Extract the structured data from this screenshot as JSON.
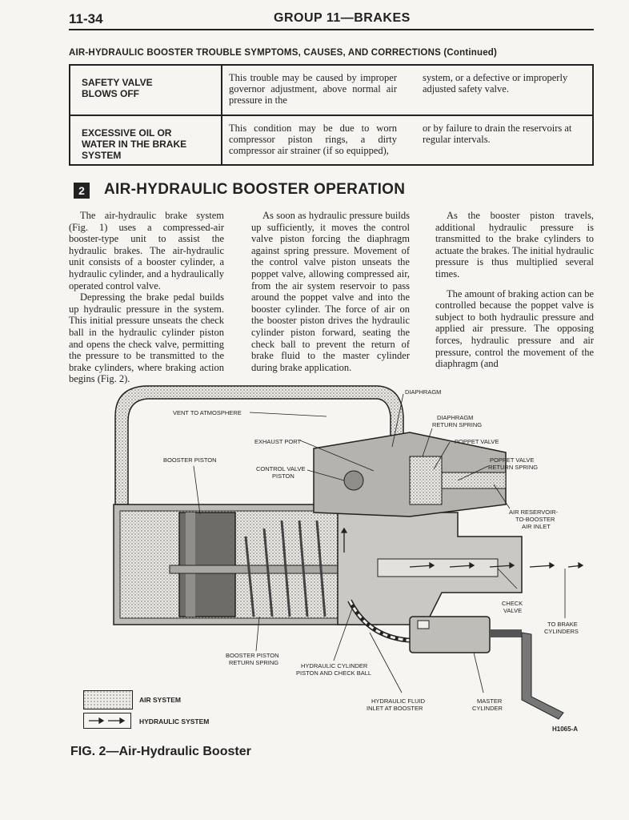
{
  "header": {
    "page_number": "11-34",
    "group_title": "GROUP 11—BRAKES"
  },
  "trouble_table": {
    "title": "AIR-HYDRAULIC BOOSTER TROUBLE SYMPTOMS, CAUSES, AND CORRECTIONS (Continued)",
    "rows": [
      {
        "symptom": "SAFETY VALVE BLOWS OFF",
        "cause": "This trouble may be caused by improper governor adjustment, above normal air pressure in the",
        "cause_cont": "system, or a defective or improperly adjusted safety valve."
      },
      {
        "symptom": "EXCESSIVE OIL OR WATER IN THE BRAKE SYSTEM",
        "cause": "This condition may be due to worn compressor piston rings, a dirty compressor air strainer (if so equipped),",
        "cause_cont": "or by failure to drain the reservoirs at regular intervals."
      }
    ]
  },
  "section": {
    "number": "2",
    "title": "AIR-HYDRAULIC BOOSTER OPERATION"
  },
  "body": {
    "col1_p1": "The air-hydraulic brake system (Fig. 1) uses a compressed-air booster-type unit to assist the hydraulic brakes. The air-hydraulic unit consists of a booster cylinder, a hydraulic cylinder, and a hydraulically operated control valve.",
    "col1_p2": "Depressing the brake pedal builds up hydraulic pressure in the system. This initial pressure unseats the check ball in the hydraulic cylinder piston and opens the check valve, permitting the pressure to be transmitted to the brake cylinders, where braking action begins (Fig. 2).",
    "col2_p1": "As soon as hydraulic pressure builds up sufficiently, it moves the control valve piston forcing the diaphragm against spring pressure. Movement of the control valve piston unseats the poppet valve, allowing compressed air, from the air system reservoir to pass around the poppet valve and into the booster cylinder. The force of air on the booster piston drives the hydraulic cylinder piston forward, seating the check ball to prevent the return of brake fluid to the master cylinder during brake application.",
    "col3_p1": "As the booster piston travels, additional hydraulic pressure is transmitted to the brake cylinders to actuate the brakes. The initial hydraulic pressure is thus multiplied several times.",
    "col3_p2": "The amount of braking action can be controlled because the poppet valve is subject to both hydraulic pressure and applied air pressure. The opposing forces, hydraulic pressure and air pressure, control the movement of the diaphragm (and"
  },
  "figure": {
    "labels": {
      "diaphragm": "DIAPHRAGM",
      "vent": "VENT TO ATMOSPHERE",
      "diaphragm_spring_1": "DIAPHRAGM",
      "diaphragm_spring_2": "RETURN SPRING",
      "exhaust_port": "EXHAUST PORT",
      "poppet_valve": "POPPET VALVE",
      "booster_piston": "BOOSTER PISTON",
      "poppet_spring_1": "POPPET VALVE",
      "poppet_spring_2": "RETURN SPRING",
      "control_valve_1": "CONTROL VALVE",
      "control_valve_2": "PISTON",
      "air_inlet_1": "AIR RESERVOIR-",
      "air_inlet_2": "TO-BOOSTER",
      "air_inlet_3": "AIR INLET",
      "check_valve_1": "CHECK",
      "check_valve_2": "VALVE",
      "to_brake_1": "TO BRAKE",
      "to_brake_2": "CYLINDERS",
      "booster_spring_1": "BOOSTER PISTON",
      "booster_spring_2": "RETURN SPRING",
      "hyd_piston_1": "HYDRAULIC CYLINDER",
      "hyd_piston_2": "PISTON AND CHECK BALL",
      "fluid_inlet_1": "HYDRAULIC FLUID",
      "fluid_inlet_2": "INLET AT BOOSTER",
      "master_1": "MASTER",
      "master_2": "CYLINDER"
    },
    "legend_air": "AIR SYSTEM",
    "legend_hydraulic": "HYDRAULIC SYSTEM",
    "figure_id": "H1065-A",
    "caption": "FIG. 2—Air-Hydraulic Booster"
  }
}
